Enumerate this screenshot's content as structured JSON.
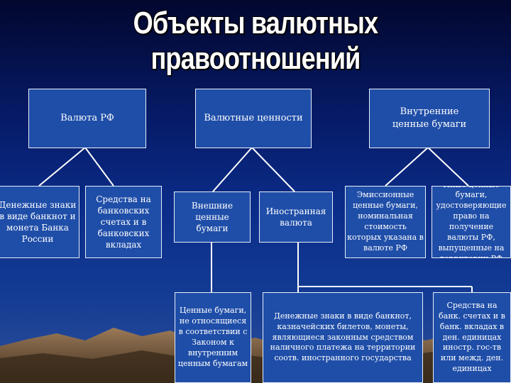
{
  "slide": {
    "title": "Объекты валютных правоотношений"
  },
  "top_boxes": [
    {
      "label": "Валюта РФ"
    },
    {
      "label": "Валютные ценности"
    },
    {
      "label": "Внутренние ценные бумаги"
    }
  ],
  "mid_boxes": [
    {
      "label": "Денежные знаки в виде банкнот и монета Банка России"
    },
    {
      "label": "Средства на банковских счетах и в банковских вкладах"
    },
    {
      "label": "Внешние ценные бумаги"
    },
    {
      "label": "Иностранная валюта"
    },
    {
      "label": "Эмиссионные ценные бумаги, номинальная стоимость которых указана в валюте РФ"
    },
    {
      "label": "Иные ценные бумаги, удостоверяющие право на получение валюты РФ, выпущенные на территории РФ"
    }
  ],
  "bottom_boxes": [
    {
      "label": "Ценные бумаги, не относящиеся в соответствии с Законом к внутренним ценным бумагам"
    },
    {
      "label": "Денежные знаки в виде банкнот, казначейских билетов, монеты, являющиеся законным средством наличного платежа на территории соотв. иностранного государства"
    },
    {
      "label": "Средства на банк. счетах и в банк. вкладах в ден. единицах иностр. гос-тв или межд. ден. единицах"
    }
  ],
  "colors": {
    "box_fill": "#1f4ea8",
    "box_border": "#e8eef8",
    "connector": "#ffffff"
  }
}
